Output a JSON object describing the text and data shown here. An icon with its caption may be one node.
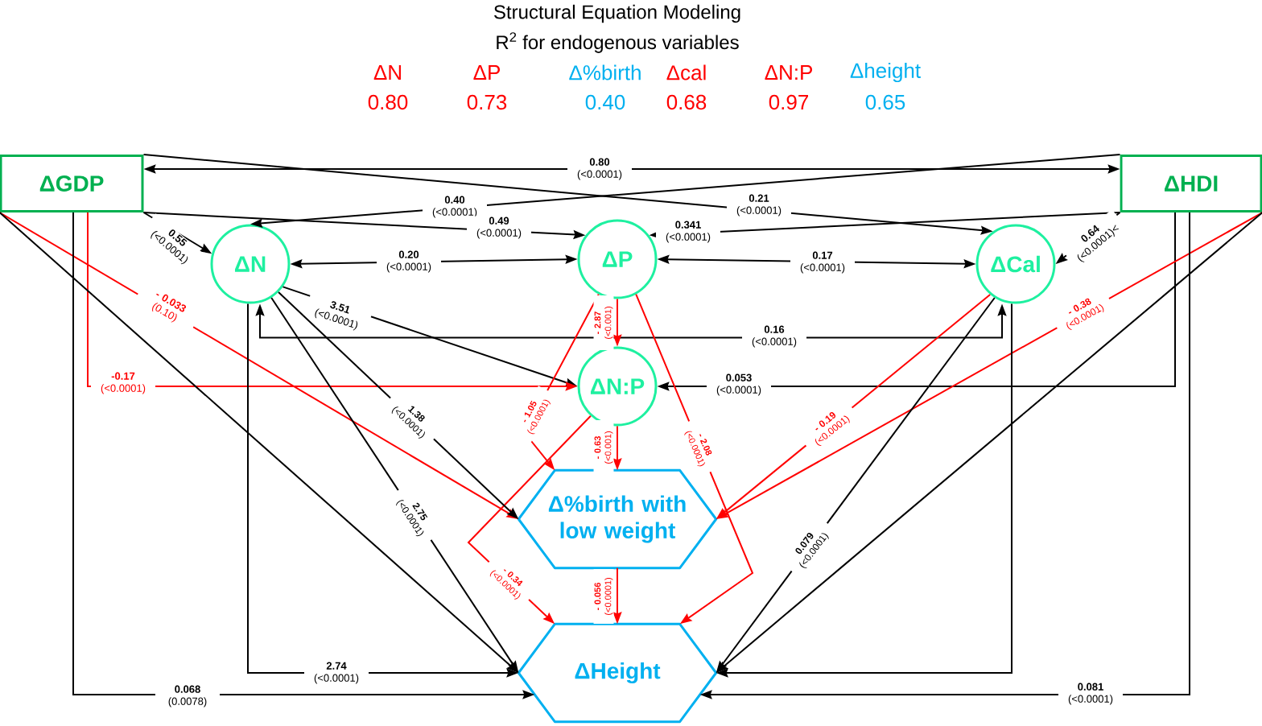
{
  "diagram": {
    "title": "Structural Equation Modeling",
    "nodes": [
      {
        "text": [
          "ΔGDP"
        ]
      },
      {
        "text": [
          "ΔHDI"
        ]
      },
      {
        "text": [
          "ΔN"
        ]
      },
      {
        "text": [
          "ΔP"
        ]
      },
      {
        "text": [
          "ΔCal"
        ]
      },
      {
        "text": [
          "ΔN:P"
        ]
      },
      {
        "text": [
          "Δ%birth with low weight"
        ]
      },
      {
        "text": [
          "ΔHeight"
        ]
      }
    ],
    "edges": [
      {
        "from": 0,
        "to": 1,
        "arrow": "both",
        "label": "**0.80** (<0.0001)"
      },
      {
        "from": 0,
        "to": 4,
        "arrow": "to",
        "label": "**0.21** (<0.0001)"
      },
      {
        "from": 1,
        "to": 2,
        "arrow": "to",
        "label": "**0.40** (<0.0001)"
      },
      {
        "from": 0,
        "to": 3,
        "arrow": "to",
        "label": "**0.49** (<0.0001)"
      },
      {
        "from": 1,
        "to": 3,
        "arrow": "to",
        "label": "**0.341** (<0.0001)"
      },
      {
        "from": 0,
        "to": 2,
        "arrow": "to",
        "label": "**0.55** (<0.0001)"
      },
      {
        "from": 1,
        "to": 4,
        "arrow": "to",
        "label": "**0.64** (<0.0001)<"
      },
      {
        "from": 2,
        "to": 3,
        "arrow": "both",
        "label": "**0.20** (<0.0001)"
      },
      {
        "from": 3,
        "to": 4,
        "arrow": "both",
        "label": "**0.17** (<0.0001)"
      },
      {
        "from": 2,
        "to": 4,
        "arrow": "both",
        "label": "**0.16** (<0.0001)"
      },
      {
        "from": 2,
        "to": 5,
        "arrow": "to",
        "label": "**3.51** (<0.0001)"
      },
      {
        "from": 0,
        "to": 5,
        "arrow": "to",
        "label": "**-0.17** (<0.0001)",
        "color": "#ff0000"
      },
      {
        "from": 1,
        "to": 5,
        "arrow": "to",
        "label": "**0.053** (<0.0001)"
      },
      {
        "from": 0,
        "to": 6,
        "arrow": "to",
        "label": "**- 0.033** (0.10)",
        "color": "#ff0000"
      },
      {
        "from": 3,
        "to": 5,
        "arrow": "to",
        "label": "**- 2.87** (<0.001)",
        "color": "#ff0000"
      },
      {
        "from": 3,
        "to": 6,
        "arrow": "to",
        "label": "**- 1.05** (<0.0001)",
        "color": "#ff0000"
      },
      {
        "from": 5,
        "to": 6,
        "arrow": "to",
        "label": "**- 0.63** (<0.001)",
        "color": "#ff0000"
      },
      {
        "from": 3,
        "to": 7,
        "arrow": "to",
        "label": "**- 2.08** (<0.0001)",
        "color": "#ff0000"
      },
      {
        "from": 5,
        "to": 7,
        "arrow": "to",
        "label": "**- 0.34** (<0.0001)",
        "color": "#ff0000"
      },
      {
        "from": 6,
        "to": 7,
        "arrow": "to",
        "label": "**- 0.056** (<0.0001)",
        "color": "#ff0000"
      },
      {
        "from": 4,
        "to": 6,
        "arrow": "to",
        "label": "**- 0.19** (<0.0001)",
        "color": "#ff0000"
      },
      {
        "from": 1,
        "to": 6,
        "arrow": "to",
        "label": "**- 0.38** (<0.0001)",
        "color": "#ff0000"
      },
      {
        "from": 2,
        "to": 6,
        "arrow": "to",
        "label": "**1.38** (<0.0001)"
      },
      {
        "from": 2,
        "to": 7,
        "arrow": "to",
        "label": "**2.75** (<0.0001)"
      },
      {
        "from": 2,
        "to": 7,
        "arrow": "to",
        "label": "**2.74** (<0.0001)"
      },
      {
        "from": 0,
        "to": 7,
        "arrow": "to"
      },
      {
        "from": 0,
        "to": 7,
        "arrow": "to",
        "label": "**0.068** (0.0078)"
      },
      {
        "from": 4,
        "to": 7,
        "arrow": "to",
        "label": "**0.079** (<0.0001)"
      },
      {
        "from": 4,
        "to": 7,
        "arrow": "to"
      },
      {
        "from": 1,
        "to": 7,
        "arrow": "to",
        "label": "**0.081** (<0.0001)"
      },
      {
        "from": 1,
        "to": 7,
        "arrow": "to"
      }
    ],
    "labels": [
      "R$^{2}$ for endogenous variables",
      "ΔN",
      "ΔP",
      "Δ%birth",
      "Δcal",
      "ΔN:P",
      "Δheight",
      "0.80",
      "0.73",
      "0.40",
      "0.68",
      "0.97",
      "0.65"
    ]
  }
}
